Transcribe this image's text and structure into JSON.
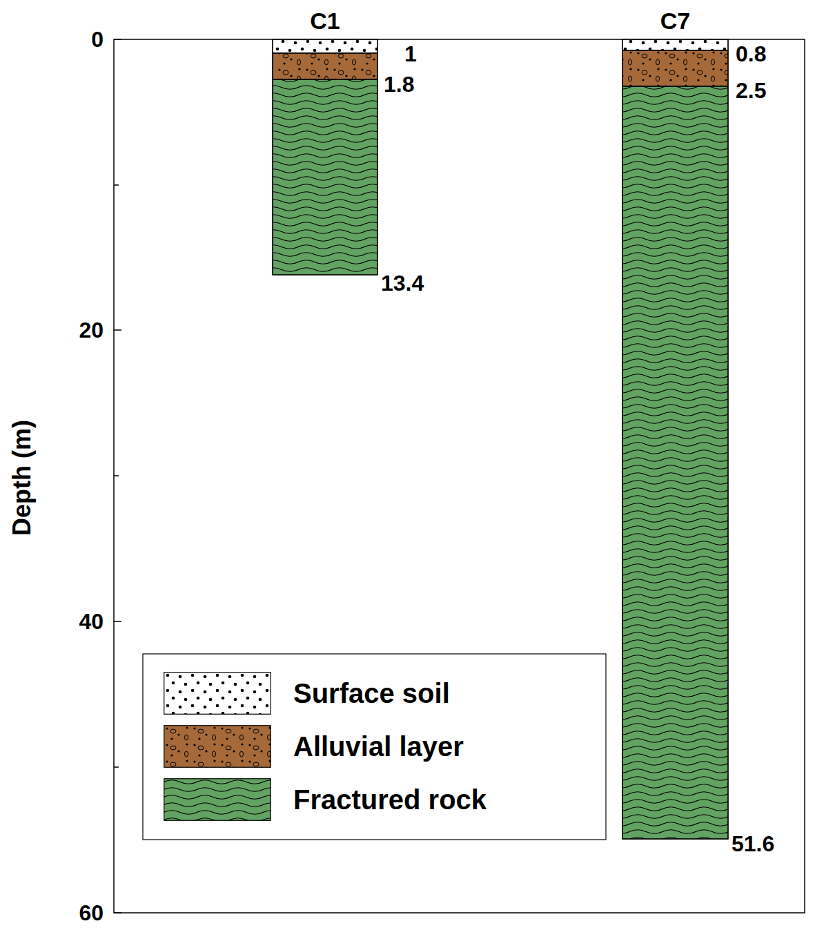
{
  "diagram": {
    "nodes": [
      {
        "text": [
          "C1"
        ]
      },
      {
        "text": [
          "C7"
        ]
      }
    ],
    "labels": [
      "0",
      "20",
      "40",
      "60",
      "Depth (m)",
      "1",
      "1.8",
      "13.4",
      "0.8",
      "2.5",
      "51.6"
    ],
    "legend": [
      {
        "text": "Surface soil"
      },
      {
        "text": "Alluvial layer",
        "color": "#a5693a"
      },
      {
        "text": "Fractured rock",
        "color": "#62a262"
      }
    ]
  }
}
